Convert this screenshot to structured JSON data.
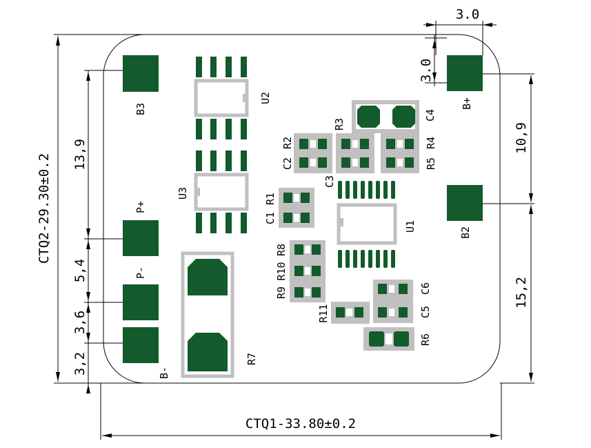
{
  "pcb": {
    "width_dim": "CTQ1-33.80±0.2",
    "height_dim": "CTQ2-29.30±0.2",
    "pad_green": "#135a2c",
    "outline_gray": "#c0c0c0"
  },
  "dims": {
    "d_b3": "13,9",
    "d_pp": "5,4",
    "d_pm": "3,6",
    "d_bm": "3,2",
    "d_top_w": "3.0",
    "d_top_h": "3.0",
    "d_bp_b2": "10,9",
    "d_b2_bot": "15,2"
  },
  "labels": {
    "B3": "B3",
    "Bplus": "B+",
    "B2": "B2",
    "Pplus": "P+",
    "Pminus": "P-",
    "Bminus": "B-",
    "U1": "U1",
    "U2": "U2",
    "U3": "U3",
    "R7": "R7",
    "R1": "R1",
    "C1": "C1",
    "R2": "R2",
    "C2": "C2",
    "R3": "R3",
    "C3": "C3",
    "R4": "R4",
    "R5": "R5",
    "C4": "C4",
    "R8": "R8",
    "R10": "R10",
    "R9": "R9",
    "R11": "R11",
    "C6": "C6",
    "C5": "C5",
    "R6": "R6"
  }
}
